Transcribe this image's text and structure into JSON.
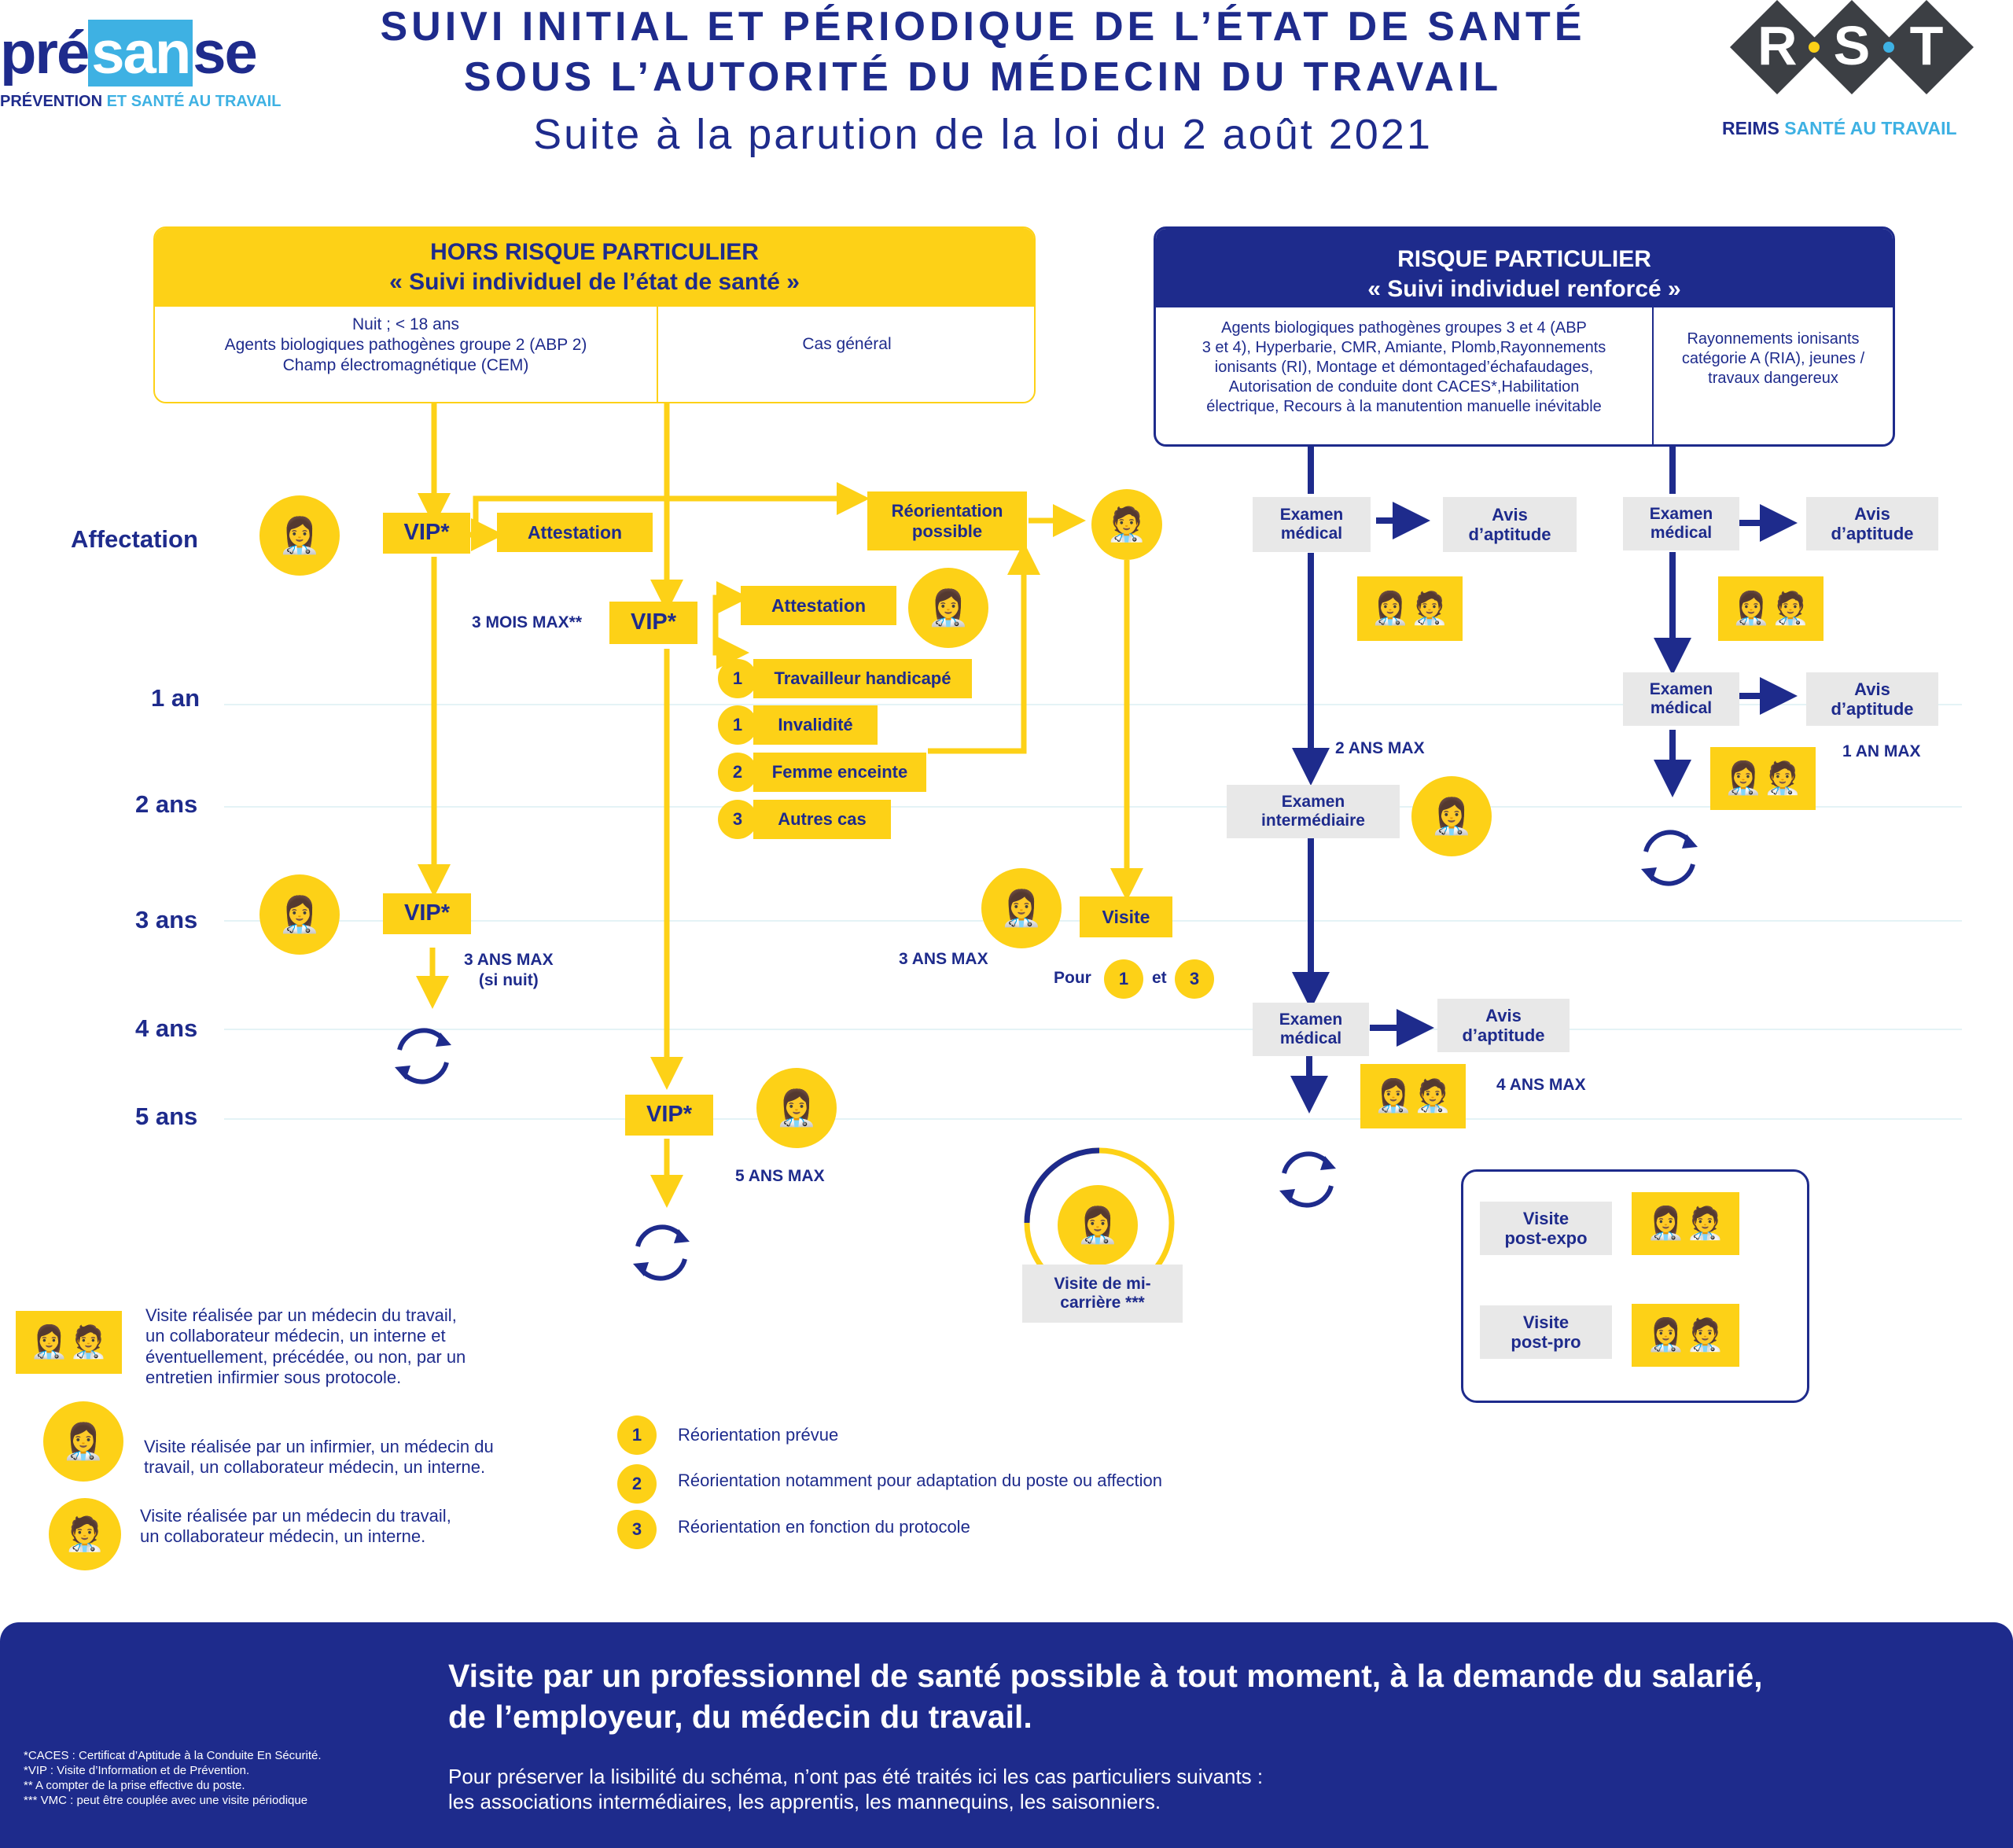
{
  "header": {
    "title_line1": "SUIVI INITIAL ET PÉRIODIQUE DE L’ÉTAT DE SANTÉ",
    "title_line2": "SOUS L’AUTORITÉ DU MÉDECIN DU TRAVAIL",
    "subtitle": "Suite à la parution de la loi du 2 août 2021",
    "logo_left": {
      "pre": "pré",
      "san": "san",
      "se": "se",
      "tag1": "PRÉVENTION",
      "tag2": "ET SANTÉ AU TRAVAIL"
    },
    "logo_right": {
      "letters": [
        "R",
        "S",
        "T"
      ],
      "tag1": "REIMS",
      "tag2": "SANTÉ AU TRAVAIL"
    }
  },
  "colors": {
    "yellow": "#fdd117",
    "navy": "#1e2b8c",
    "grey": "#e8e8e8",
    "cyan": "#3eb1e3"
  },
  "rows": [
    "Affectation",
    "1 an",
    "2 ans",
    "3 ans",
    "4 ans",
    "5 ans"
  ],
  "hors_risque": {
    "title1": "HORS RISQUE PARTICULIER",
    "title2": "« Suivi individuel de l’état de santé »",
    "col1": [
      "Nuit ; < 18 ans",
      "Agents biologiques pathogènes groupe 2 (ABP 2)",
      "Champ électromagnétique (CEM)"
    ],
    "col2": "Cas général"
  },
  "risque": {
    "title1": "RISQUE PARTICULIER",
    "title2": "« Suivi individuel renforcé »",
    "col1": [
      "Agents biologiques pathogènes groupes 3 et 4 (ABP",
      "3 et 4), Hyperbarie, CMR, Amiante, Plomb,Rayonnements",
      "ionisants (RI), Montage et démontaged’échafaudages,",
      "Autorisation de conduite dont CACES*,Habilitation",
      "électrique, Recours à la manutention manuelle inévitable"
    ],
    "col2": [
      "Rayonnements ionisants",
      "catégorie A (RIA), jeunes /",
      "travaux dangereux"
    ]
  },
  "flow": {
    "vip": "VIP*",
    "attestation": "Attestation",
    "reorientation": [
      "Réorientation",
      "possible"
    ],
    "three_months": "3 MOIS MAX**",
    "cases": [
      {
        "num": "1",
        "label": "Travailleur handicapé"
      },
      {
        "num": "1",
        "label": "Invalidité"
      },
      {
        "num": "2",
        "label": "Femme enceinte"
      },
      {
        "num": "3",
        "label": "Autres cas"
      }
    ],
    "three_ans_nuit": [
      "3 ANS MAX",
      "(si nuit)"
    ],
    "three_ans": "3 ANS MAX",
    "five_ans": "5 ANS MAX",
    "visite": "Visite",
    "pour": "Pour",
    "et": "et",
    "pour_n1": "1",
    "pour_n2": "3",
    "mi_carriere": [
      "Visite de mi-",
      "carrière ***"
    ]
  },
  "renforce": {
    "examen_medical": [
      "Examen",
      "médical"
    ],
    "avis": [
      "Avis",
      "d’aptitude"
    ],
    "examen_inter": [
      "Examen",
      "intermédiaire"
    ],
    "two_ans": "2 ANS MAX",
    "four_ans": "4 ANS MAX",
    "one_an": "1 AN MAX",
    "post_expo": [
      "Visite",
      "post-expo"
    ],
    "post_pro": [
      "Visite",
      "post-pro"
    ]
  },
  "legend": {
    "doctor_team": [
      "Visite réalisée par un médecin du travail,",
      "un collaborateur médecin, un interne et",
      "éventuellement, précédée, ou non, par un",
      "entretien infirmier sous protocole."
    ],
    "nurse_team": [
      "Visite réalisée par un infirmier, un médecin du",
      "travail, un collaborateur médecin, un interne."
    ],
    "doctor_only": [
      "Visite réalisée par un médecin du travail,",
      "un collaborateur médecin, un interne."
    ],
    "reorient": [
      {
        "num": "1",
        "label": "Réorientation prévue"
      },
      {
        "num": "2",
        "label": "Réorientation notamment pour adaptation du poste ou affection"
      },
      {
        "num": "3",
        "label": "Réorientation en fonction du protocole"
      }
    ]
  },
  "footer": {
    "headline1": "Visite par un professionnel de santé possible à tout moment, à la demande du salarié,",
    "headline2": "de l’employeur, du médecin du travail.",
    "note1": "Pour préserver la lisibilité du schéma, n’ont pas été traités ici les cas particuliers suivants :",
    "note2": "les associations intermédiaires, les apprentis, les mannequins, les saisonniers.",
    "footnotes": [
      "*CACES : Certificat d’Aptitude à la Conduite En Sécurité.",
      "*VIP : Visite d’Information et de Prévention.",
      "** A compter de la prise effective du poste.",
      "*** VMC : peut être couplée avec une visite périodique"
    ]
  }
}
